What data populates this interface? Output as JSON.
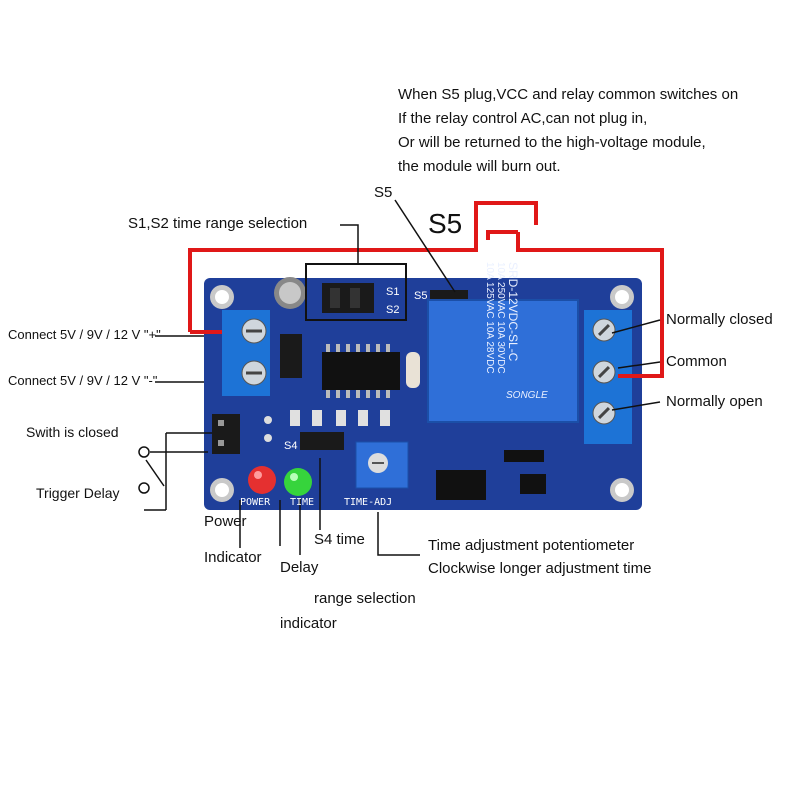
{
  "warning": {
    "line1": "When S5 plug,VCC and relay common switches on",
    "line2": "If the relay control AC,can not plug in,",
    "line3": "Or will be returned to the high-voltage module,",
    "line4": "the module will burn out."
  },
  "labels": {
    "s5_small": "S5",
    "s5_big": "S5",
    "s1s2": "S1,S2 time range selection",
    "vcc_plus": "Connect  5V / 9V / 12 V  \"+\"",
    "vcc_minus": "Connect  5V / 9V / 12 V  \"-\"",
    "switch_closed": "Swith is closed",
    "trigger_delay": "Trigger Delay",
    "power": "Power",
    "indicator": "Indicator",
    "delay": "Delay",
    "s4_time": "S4 time",
    "range_selection": "range selection",
    "indicator2": "indicator",
    "pot1": "Time adjustment potentiometer",
    "pot2": "Clockwise longer adjustment time",
    "normally_closed": "Normally closed",
    "common": "Common",
    "normally_open": "Normally open"
  },
  "board": {
    "relay_line1": "SRD-12VDC-SL-C",
    "relay_line2": "10A 250VAC  10A 30VDC",
    "relay_line3": "10A 125VAC  10A 28VDC",
    "relay_brand": "SONGLE",
    "s1": "S1",
    "s2": "S2",
    "s4": "S4",
    "s5": "S5",
    "power_silk": "POWER",
    "time_silk": "TIME",
    "timeadj_silk": "TIME-ADJ"
  },
  "colors": {
    "pcb": "#1f3f9a",
    "wire": "#e01818",
    "relay": "#2f6fd8",
    "terminal": "#1d73d6"
  }
}
